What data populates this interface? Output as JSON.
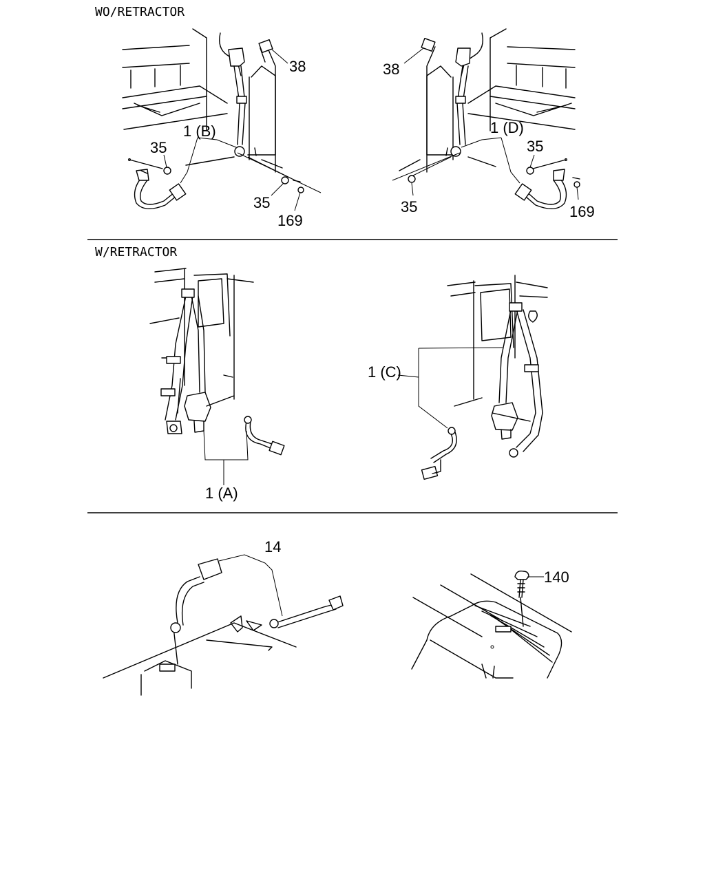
{
  "sections": {
    "wo_retractor": "WO/RETRACTOR",
    "w_retractor": "W/RETRACTOR"
  },
  "callouts": {
    "p38_left": "38",
    "p38_right": "38",
    "p1b": "1 (B)",
    "p1d": "1 (D)",
    "p35_a": "35",
    "p35_b": "35",
    "p35_c": "35",
    "p35_d": "35",
    "p169_left": "169",
    "p169_right": "169",
    "p1a": "1 (A)",
    "p1c": "1 (C)",
    "p14": "14",
    "p140": "140"
  }
}
